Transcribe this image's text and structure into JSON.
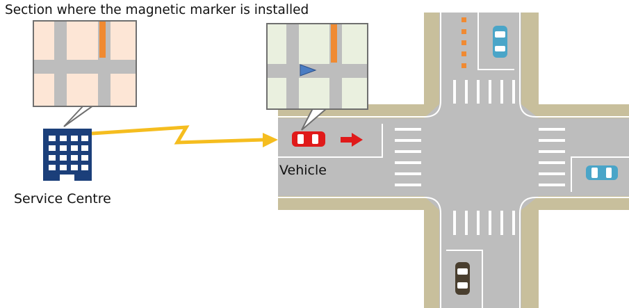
{
  "labels": {
    "section_caption": "Section where the magnetic marker is installed",
    "service_centre": "Service Centre",
    "vehicle": "Vehicle"
  },
  "colors": {
    "road": "#bdbdbd",
    "road_edge": "#ffffff",
    "sidewalk": "#c8bf9c",
    "building": "#1b3f7a",
    "signal_link": "#f5bd1f",
    "marker": "#f08a32",
    "ego_vehicle": "#e01a1a",
    "other_vehicle": "#4aa5c8",
    "dark_vehicle": "#4a3f2f",
    "map_bg_centre": "#fde6d6",
    "map_bg_vehicle": "#eaf0df",
    "direction_arrow": "#e01a1a"
  },
  "icons": {
    "building": "office-building-icon",
    "link": "lightning-link-icon",
    "heading": "heading-triangle-icon",
    "arrow": "direction-arrow-icon"
  }
}
